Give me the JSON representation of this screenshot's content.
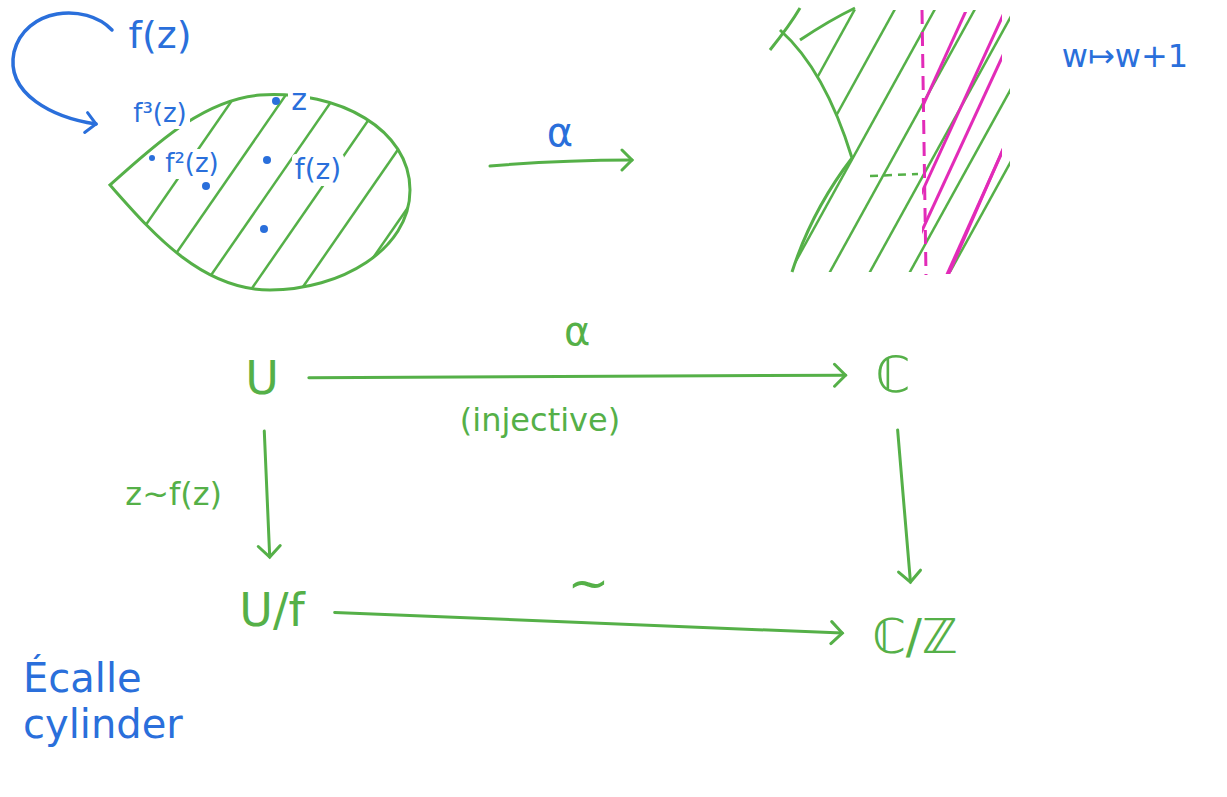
{
  "diagram": {
    "nodes": [
      {
        "text": [
          "U"
        ]
      },
      {
        "text": [
          "ℂ"
        ]
      },
      {
        "text": [
          "U/f"
        ]
      },
      {
        "text": [
          "ℂ/ℤ"
        ]
      }
    ],
    "edges": [
      {
        "from": 0,
        "to": 1,
        "arrow": "to",
        "label": "α"
      },
      {
        "from": 0,
        "to": 2,
        "arrow": "to",
        "label": "z~f(z)"
      },
      {
        "from": 1,
        "to": 3,
        "arrow": "to"
      },
      {
        "from": 2,
        "to": 3,
        "arrow": "to",
        "label": "~"
      }
    ],
    "labels": [
      "f(z)",
      "f³(z)",
      "f²(z)",
      "z",
      "f(z)",
      "α",
      "w↦w+1",
      "(injective)",
      "Écalle cylinder"
    ]
  }
}
